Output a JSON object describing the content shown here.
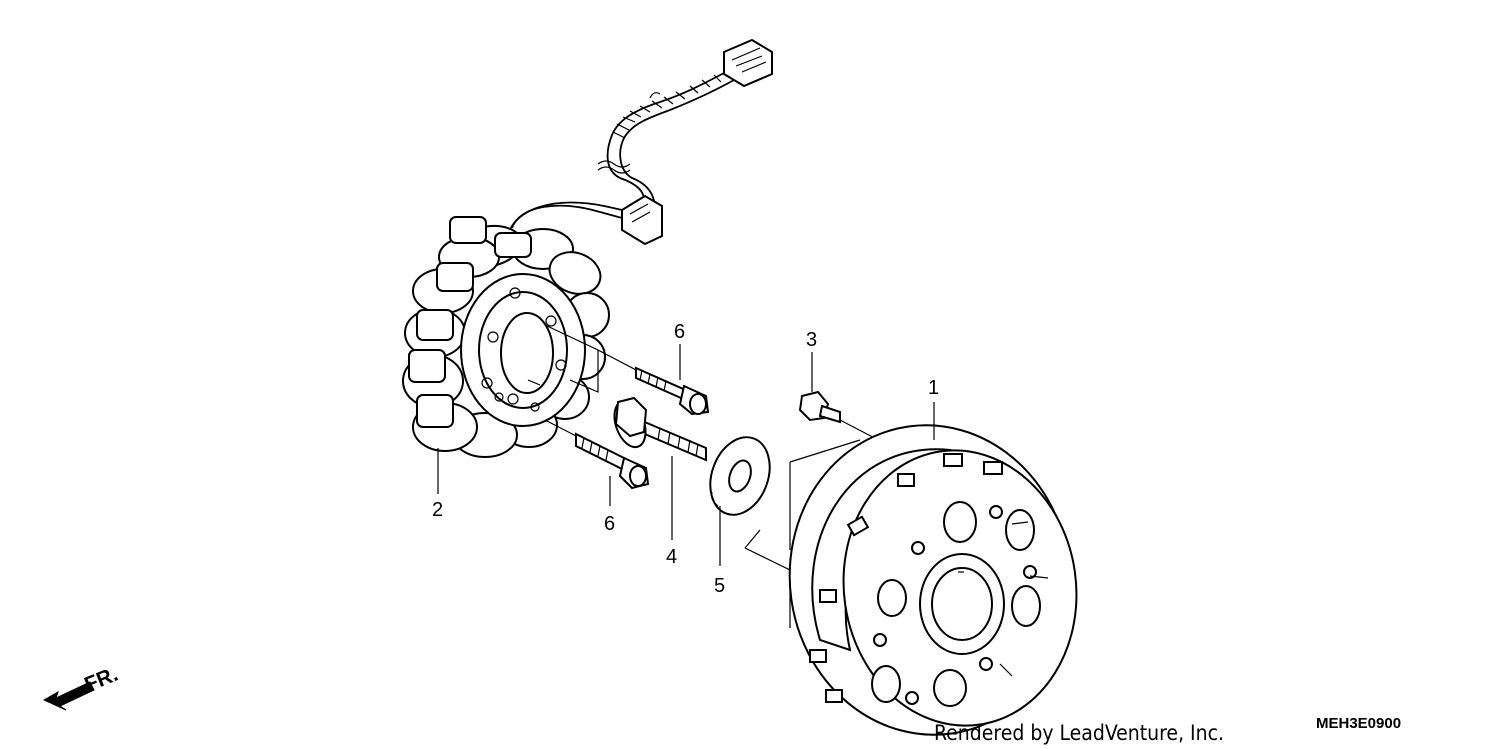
{
  "diagram": {
    "callouts": {
      "flywheel": "1",
      "stator": "2",
      "small_bolt": "3",
      "flange_bolt": "4",
      "washer": "5",
      "stator_bolt_upper": "6",
      "stator_bolt_lower": "6"
    },
    "front_indicator": "FR.",
    "credit": "Rendered by LeadVenture, Inc.",
    "diagram_code": "MEH3E0900"
  },
  "icons": {
    "front_arrow": "arrow-left-down-icon"
  }
}
